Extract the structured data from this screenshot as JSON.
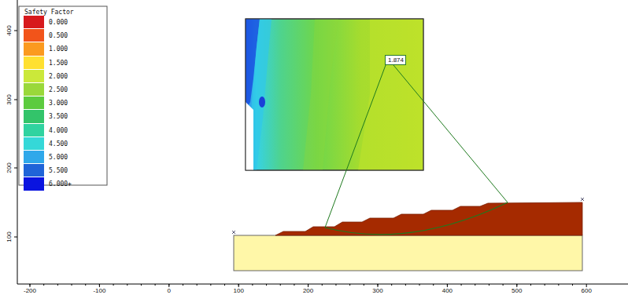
{
  "diagram": {
    "nodes": [
      {
        "text": [
          "1.874"
        ]
      }
    ],
    "labels": [
      "Safety Factor",
      "-200",
      "-100",
      "0",
      "100",
      "200",
      "300",
      "400",
      "500",
      "600",
      "400",
      "300",
      "200",
      "100"
    ],
    "legend": [
      {
        "text": "0.000",
        "color": "#d7191c"
      },
      {
        "text": "0.500",
        "color": "#f2541a"
      },
      {
        "text": "1.000",
        "color": "#fb9a1f"
      },
      {
        "text": "1.500",
        "color": "#ffe030"
      },
      {
        "text": "2.000",
        "color": "#cbe83a"
      },
      {
        "text": "2.500",
        "color": "#9ad83a"
      },
      {
        "text": "3.000",
        "color": "#5ccb3e"
      },
      {
        "text": "3.500",
        "color": "#33c46a"
      },
      {
        "text": "4.000",
        "color": "#30d3a0"
      },
      {
        "text": "4.500",
        "color": "#35d8d8"
      },
      {
        "text": "5.000",
        "color": "#2fa8ea"
      },
      {
        "text": "5.500",
        "color": "#1f64d8"
      },
      {
        "text": "6.000+",
        "color": "#0a14e0"
      }
    ]
  }
}
